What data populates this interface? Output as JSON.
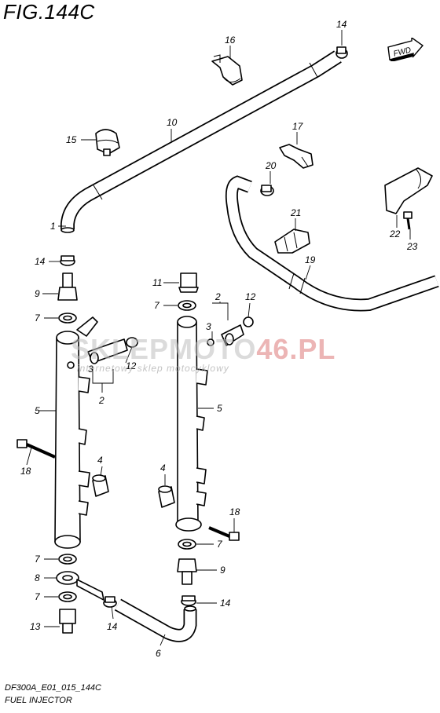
{
  "figure": {
    "title": "FIG.144C",
    "code": "DF300A_E01_015_144C",
    "name": "FUEL INJECTOR",
    "direction_badge": "FWD"
  },
  "watermark": {
    "main": "SKLEPMOTO",
    "accent": "46.PL",
    "sub": "internetowy sklep motocyklowy"
  },
  "callouts": {
    "c1": "1",
    "c2a": "2",
    "c2b": "2",
    "c3a": "3",
    "c3b": "3",
    "c4a": "4",
    "c4b": "4",
    "c5a": "5",
    "c5b": "5",
    "c6": "6",
    "c7a": "7",
    "c7b": "7",
    "c7c": "7",
    "c7d": "7",
    "c7e": "7",
    "c8": "8",
    "c9a": "9",
    "c9b": "9",
    "c10": "10",
    "c11": "11",
    "c12a": "12",
    "c12b": "12",
    "c13": "13",
    "c14a": "14",
    "c14b": "14",
    "c14c": "14",
    "c14d": "14",
    "c15": "15",
    "c16": "16",
    "c17": "17",
    "c18a": "18",
    "c18b": "18",
    "c19": "19",
    "c20": "20",
    "c21": "21",
    "c22": "22",
    "c23": "23"
  }
}
